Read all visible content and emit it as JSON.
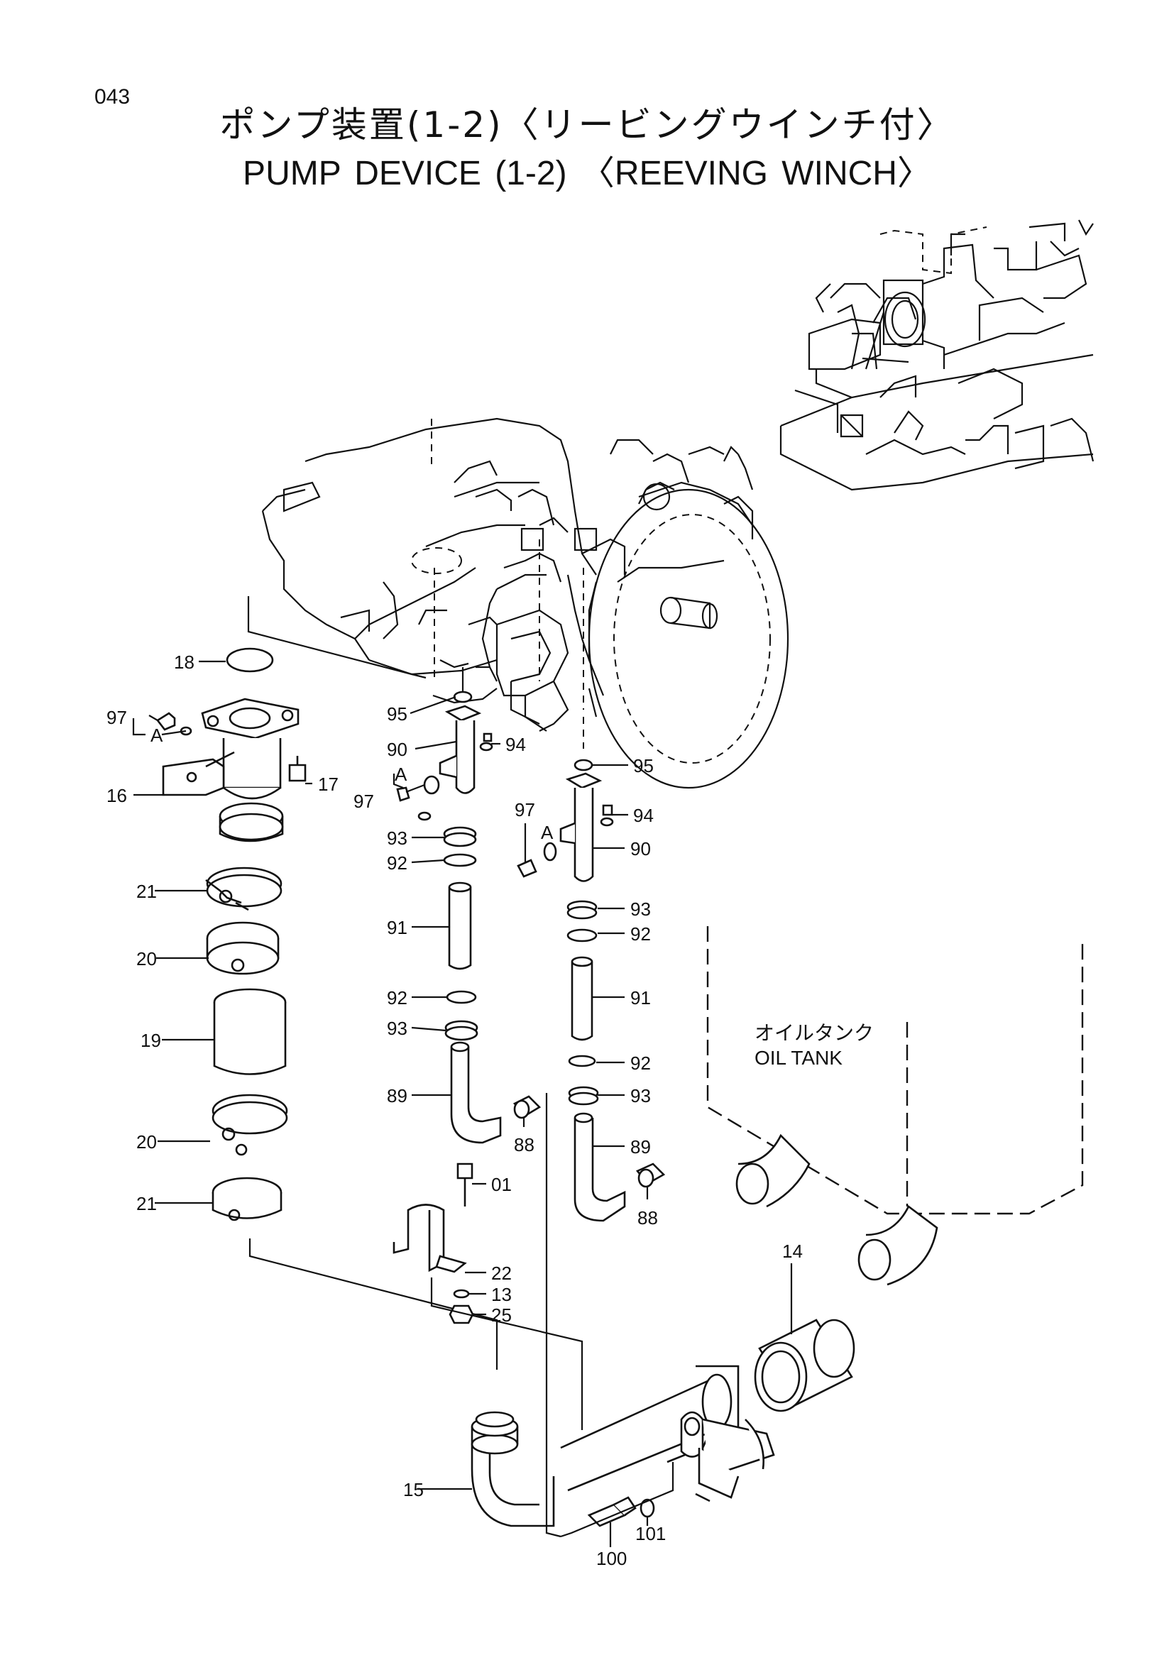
{
  "page": {
    "number": "043"
  },
  "title": {
    "japanese": "ポンプ装置(1-2)〈リービングウインチ付〉",
    "english": "PUMP DEVICE (1-2) 〈REEVING WINCH〉"
  },
  "oil_tank": {
    "label_ja": "オイルタンク",
    "label_en": "OIL TANK"
  },
  "ref_letter": "A",
  "callouts": [
    "18",
    "97",
    "16",
    "17",
    "21",
    "20",
    "19",
    "20",
    "21",
    "15",
    "95",
    "90",
    "94",
    "97",
    "93",
    "92",
    "91",
    "92",
    "93",
    "89",
    "88",
    "01",
    "22",
    "13",
    "25",
    "95",
    "94",
    "97",
    "90",
    "93",
    "92",
    "91",
    "92",
    "93",
    "89",
    "88",
    "14",
    "100",
    "101"
  ]
}
